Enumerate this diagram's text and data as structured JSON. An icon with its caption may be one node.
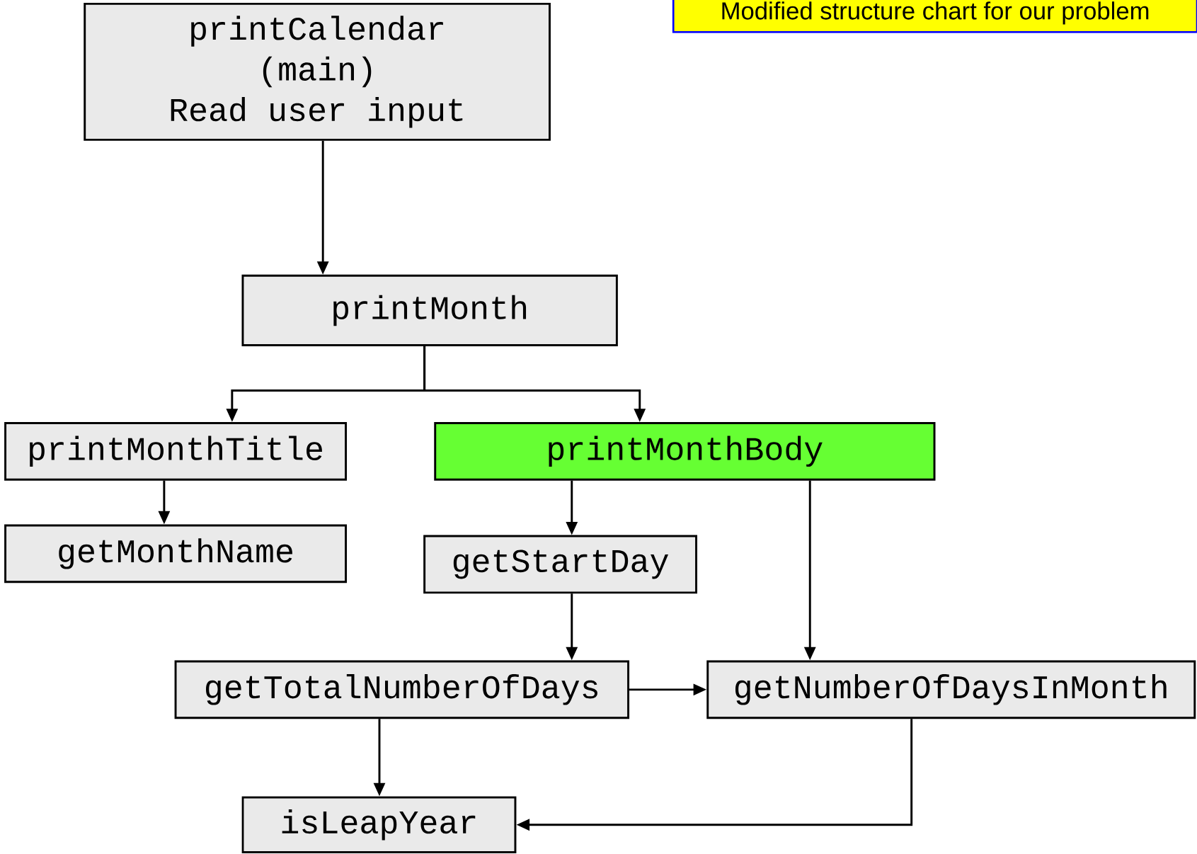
{
  "diagram": {
    "title": "Modified structure chart for our problem",
    "nodes": [
      {
        "text": [
          "printCalendar",
          "(main)",
          "Read user input"
        ]
      },
      {
        "text": [
          "printMonth"
        ]
      },
      {
        "text": [
          "printMonthTitle"
        ]
      },
      {
        "text": [
          "printMonthBody"
        ]
      },
      {
        "text": [
          "getMonthName"
        ]
      },
      {
        "text": [
          "getStartDay"
        ]
      },
      {
        "text": [
          "getTotalNumberOfDays"
        ]
      },
      {
        "text": [
          "getNumberOfDaysInMonth"
        ]
      },
      {
        "text": [
          "isLeapYear"
        ]
      }
    ],
    "edges": [
      {
        "from": 0,
        "to": 1,
        "arrow": "to"
      },
      {
        "from": 1,
        "to": 2,
        "arrow": "to"
      },
      {
        "from": 1,
        "to": 3,
        "arrow": "to"
      },
      {
        "from": 2,
        "to": 4,
        "arrow": "to"
      },
      {
        "from": 3,
        "to": 5,
        "arrow": "to"
      },
      {
        "from": 3,
        "to": 7,
        "arrow": "to"
      },
      {
        "from": 5,
        "to": 6,
        "arrow": "to"
      },
      {
        "from": 6,
        "to": 7,
        "arrow": "to"
      },
      {
        "from": 6,
        "to": 8,
        "arrow": "to"
      },
      {
        "from": 7,
        "to": 8,
        "arrow": "to"
      }
    ]
  }
}
